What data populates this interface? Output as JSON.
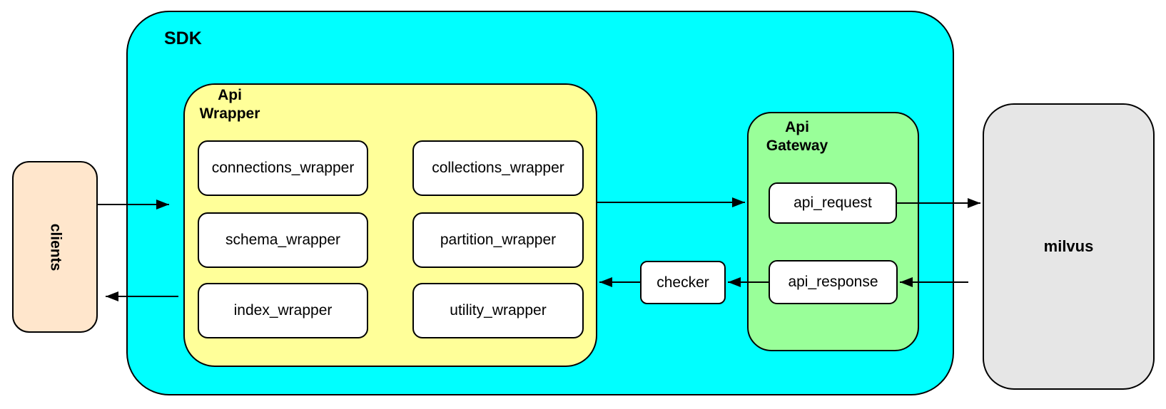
{
  "diagram": {
    "title_nodes": {
      "sdk": {
        "label": "SDK"
      },
      "api_wrapper": {
        "label": "Api\nWrapper"
      },
      "api_gateway": {
        "label": "Api\nGateway"
      }
    },
    "terminals": {
      "clients": {
        "label": "clients"
      },
      "milvus": {
        "label": "milvus"
      }
    },
    "wrappers": [
      {
        "label": "connections_wrapper"
      },
      {
        "label": "collections_wrapper"
      },
      {
        "label": "schema_wrapper"
      },
      {
        "label": "partition_wrapper"
      },
      {
        "label": "index_wrapper"
      },
      {
        "label": "utility_wrapper"
      }
    ],
    "gateway_nodes": {
      "api_request": {
        "label": "api_request"
      },
      "api_response": {
        "label": "api_response"
      }
    },
    "checker": {
      "label": "checker"
    },
    "arrows": [
      {
        "name": "clients-to-sdk",
        "direction": "right"
      },
      {
        "name": "api-wrapper-to-api-gateway",
        "direction": "right"
      },
      {
        "name": "api-request-to-milvus",
        "direction": "right"
      },
      {
        "name": "milvus-to-api-response",
        "direction": "left"
      },
      {
        "name": "api-response-to-checker",
        "direction": "left"
      },
      {
        "name": "checker-to-api-wrapper",
        "direction": "left"
      },
      {
        "name": "sdk-to-clients",
        "direction": "left"
      }
    ],
    "colors": {
      "sdk_fill": "#00FFFF",
      "api_wrapper_fill": "#FFFF99",
      "api_gateway_fill": "#99FF99",
      "clients_fill": "#FFE6CC",
      "milvus_fill": "#E6E6E6",
      "inner_box_fill": "#FFFFFF",
      "border": "#000000",
      "background": "#FFFFFF"
    }
  }
}
